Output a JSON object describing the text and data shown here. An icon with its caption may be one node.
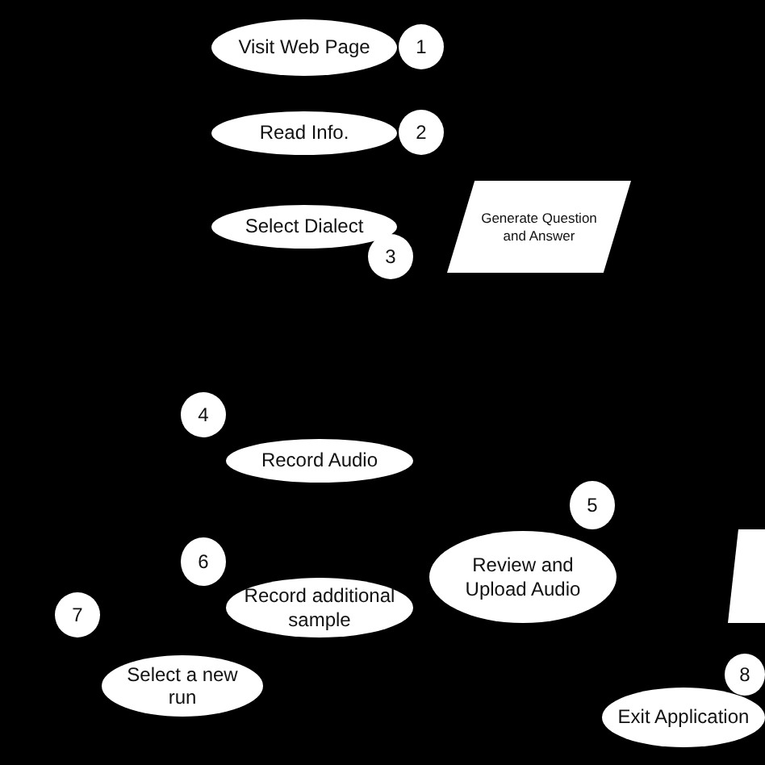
{
  "diagram": {
    "nodes": [
      {
        "text": [
          "Visit Web Page"
        ]
      },
      {
        "text": [
          "1"
        ]
      },
      {
        "text": [
          "Read Info."
        ]
      },
      {
        "text": [
          "2"
        ]
      },
      {
        "text": [
          "Select Dialect"
        ]
      },
      {
        "text": [
          "Generate Question and Answer"
        ]
      },
      {
        "text": [
          "3"
        ]
      },
      {
        "text": [
          "4"
        ]
      },
      {
        "text": [
          "Record Audio"
        ]
      },
      {
        "text": [
          "5"
        ]
      },
      {
        "text": [
          "Review and Upload Audio"
        ]
      },
      {
        "text": [],
        "shape": "parallelogram"
      },
      {
        "text": [
          "6"
        ]
      },
      {
        "text": [
          "Record additional sample"
        ]
      },
      {
        "text": [
          "7"
        ]
      },
      {
        "text": [
          "Select a new run"
        ]
      },
      {
        "text": [
          "8"
        ]
      },
      {
        "text": [
          "Exit Application"
        ]
      }
    ]
  }
}
